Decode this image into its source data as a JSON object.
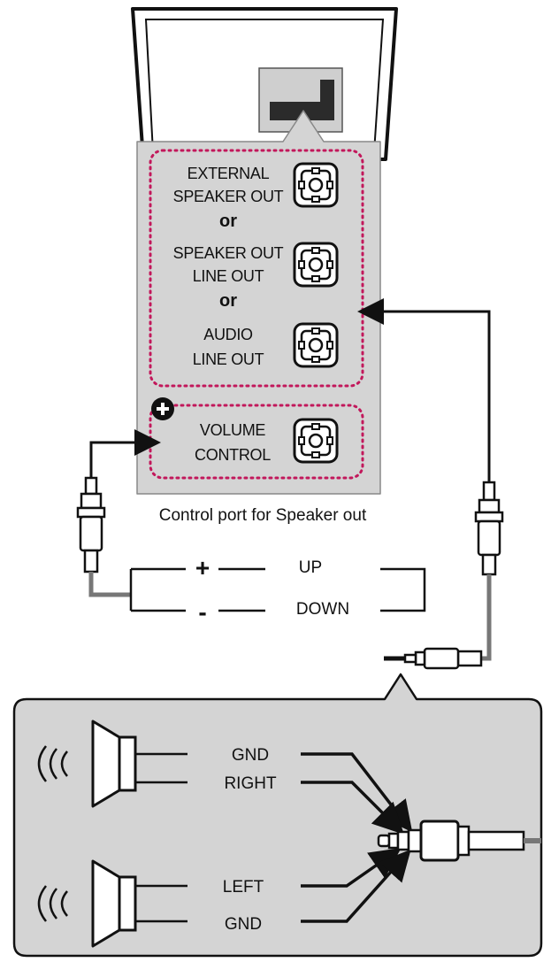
{
  "ports": {
    "external_speaker_out": [
      "EXTERNAL",
      "SPEAKER OUT"
    ],
    "or": "or",
    "speaker_out_line_out": [
      "SPEAKER OUT",
      "LINE OUT"
    ],
    "audio_line_out": [
      "AUDIO",
      "LINE OUT"
    ],
    "volume_control": [
      "VOLUME",
      "CONTROL"
    ]
  },
  "caption": "Control port for Speaker out",
  "controls": {
    "plus": "+",
    "minus": "-",
    "up": "UP",
    "down": "DOWN"
  },
  "signals": {
    "gnd_top": "GND",
    "right": "RIGHT",
    "left": "LEFT",
    "gnd_bottom": "GND"
  },
  "colors": {
    "panel_fill": "#d4d4d4",
    "dotted_outline": "#c2185b",
    "line": "#111111",
    "cable": "#777777"
  }
}
